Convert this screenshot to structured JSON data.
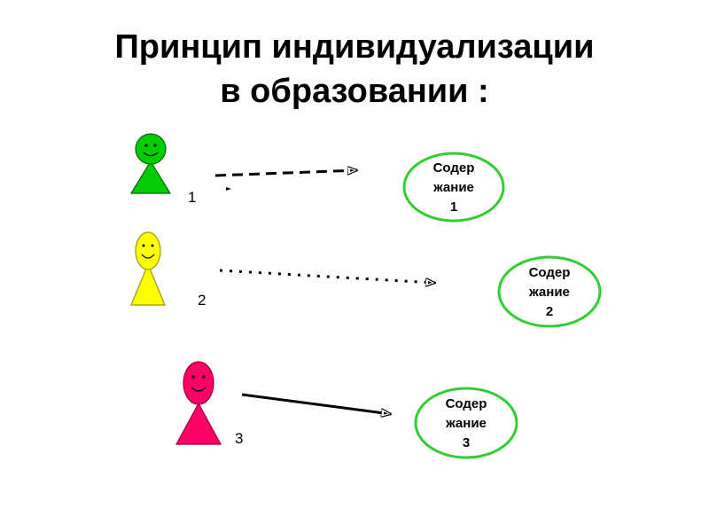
{
  "slide": {
    "title_line1": "Принцип индивидуализации",
    "title_line2": "в образовании :"
  },
  "learners": [
    {
      "number": "1",
      "color": "#00cc00",
      "arrow_style": "dashed",
      "content": {
        "line1": "Содер",
        "line2": "жание",
        "line3": "1"
      }
    },
    {
      "number": "2",
      "color": "#ffff00",
      "arrow_style": "dotted",
      "content": {
        "line1": "Содер",
        "line2": "жание",
        "line3": "2"
      }
    },
    {
      "number": "3",
      "color": "#ff0066",
      "arrow_style": "solid",
      "content": {
        "line1": "Содер",
        "line2": "жание",
        "line3": "3"
      }
    }
  ],
  "colors": {
    "oval_border": "#33cc33",
    "arrow": "#000000"
  }
}
